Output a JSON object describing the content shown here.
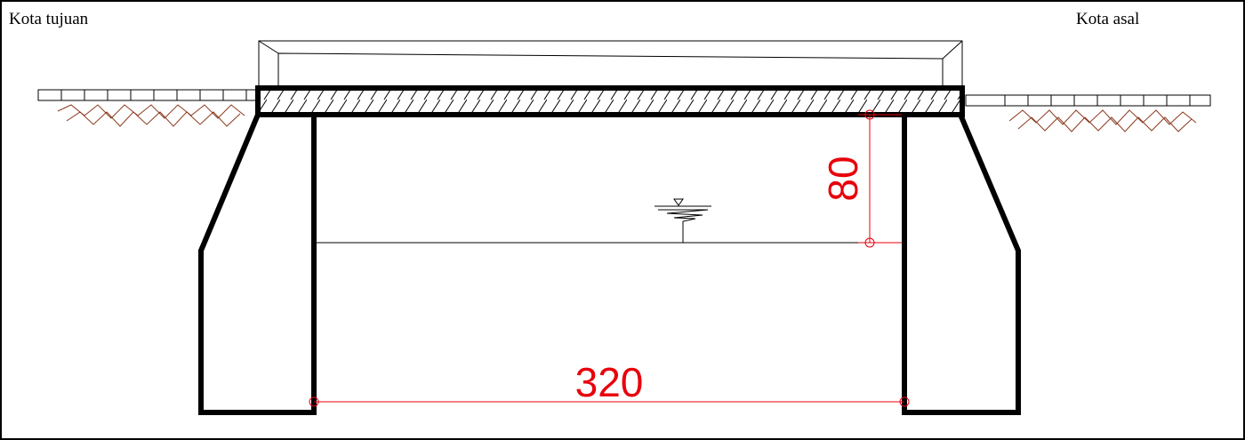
{
  "labels": {
    "left": "Kota tujuan",
    "right": "Kota asal"
  },
  "dimensions": {
    "height": "80",
    "span": "320"
  },
  "colors": {
    "line": "#000000",
    "dimension": "#e8000b",
    "soil_hatch": "#8b3a1e"
  }
}
